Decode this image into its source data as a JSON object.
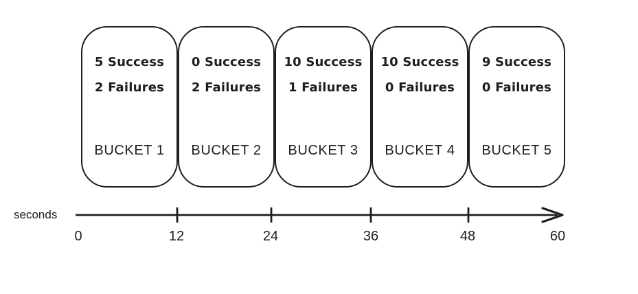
{
  "buckets": [
    {
      "name": "BUCKET 1",
      "success_label": "5 Success",
      "failures_label": "2 Failures"
    },
    {
      "name": "BUCKET 2",
      "success_label": "0 Success",
      "failures_label": "2 Failures"
    },
    {
      "name": "BUCKET 3",
      "success_label": "10 Success",
      "failures_label": "1 Failures"
    },
    {
      "name": "BUCKET 4",
      "success_label": "10 Success",
      "failures_label": "0 Failures"
    },
    {
      "name": "BUCKET 5",
      "success_label": "9 Success",
      "failures_label": "0 Failures"
    }
  ],
  "axis": {
    "label": "seconds",
    "tick_labels": [
      "0",
      "12",
      "24",
      "36",
      "48",
      "60"
    ]
  },
  "colors": {
    "ink": "#1e1e1e",
    "background": "#ffffff"
  }
}
